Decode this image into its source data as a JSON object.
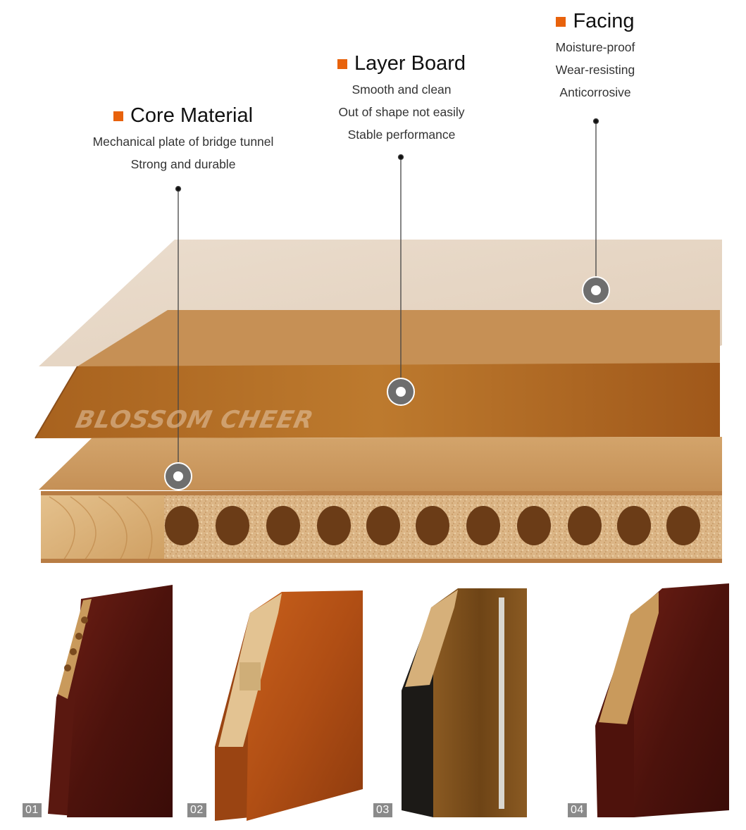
{
  "watermark": "BLOSSOM CHEER",
  "labels": {
    "core": {
      "title": "Core Material",
      "lines": [
        "Mechanical plate of bridge tunnel",
        "Strong and durable"
      ]
    },
    "layer": {
      "title": "Layer Board",
      "lines": [
        "Smooth and clean",
        "Out of shape not easily",
        "Stable performance"
      ]
    },
    "facing": {
      "title": "Facing",
      "lines": [
        "Moisture-proof",
        "Wear-resisting",
        "Anticorrosive"
      ]
    }
  },
  "samples": [
    {
      "number": "01"
    },
    {
      "number": "02"
    },
    {
      "number": "03"
    },
    {
      "number": "04"
    }
  ],
  "colors": {
    "accent": "#e8620c"
  }
}
